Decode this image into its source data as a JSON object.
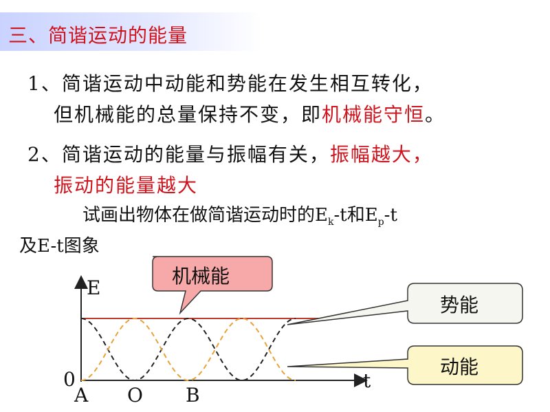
{
  "title": "三、简谐运动的能量",
  "point1": {
    "line1": "1、简谐运动中动能和势能在发生相互转化，",
    "line2_plain": "但机械能的总量保持不变，即",
    "line2_red": "机械能守恒",
    "line2_end": "。"
  },
  "point2": {
    "line1_plain": "2、简谐运动的能量与振幅有关，",
    "line1_red": "振幅越大，",
    "line2_red": "振动的能量越大"
  },
  "task": {
    "prefix": "试画出物体在做简谐运动时的E",
    "sub_k": "k",
    "mid": "-t和E",
    "sub_p": "p",
    "end": "-t",
    "line2": "及E-t图象"
  },
  "graph": {
    "y_label": "E",
    "x_label": "t",
    "origin_label": "0",
    "ticks": [
      "A",
      "O",
      "B"
    ],
    "callout_mechanical": "机械能",
    "callout_potential": "势能",
    "callout_kinetic": "动能"
  },
  "colors": {
    "title_red": "#d0141e",
    "mechanical_line": "#c0392b",
    "potential_curve": "#222222",
    "kinetic_curve": "#e8a23a",
    "callout_mechanical_fill": "#f7a8a8",
    "callout_potential_fill": "#f6f6f0",
    "callout_kinetic_fill": "#fdf6c8"
  }
}
